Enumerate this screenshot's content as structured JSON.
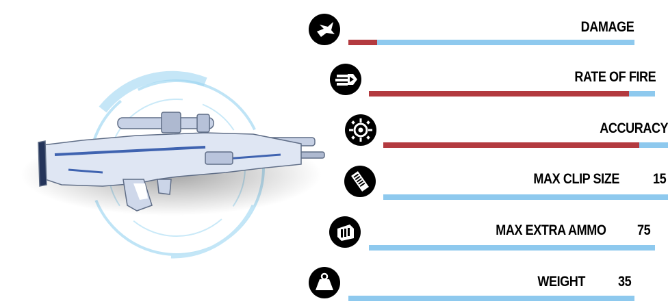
{
  "colors": {
    "bar_base": "#8ec9ee",
    "bar_fill": "#b33a3f",
    "icon_bg": "#000000",
    "ring": "#a9dcf4"
  },
  "weapon": {
    "image": "assault-rifle-icon"
  },
  "stats": [
    {
      "id": "damage",
      "icon": "bird-icon",
      "label": "DAMAGE",
      "value": "",
      "fill": 0.1
    },
    {
      "id": "rate-of-fire",
      "icon": "bullet-icon",
      "label": "RATE OF FIRE",
      "value": "",
      "fill": 0.91
    },
    {
      "id": "accuracy",
      "icon": "crosshair-icon",
      "label": "ACCURACY",
      "value": "",
      "fill": 0.9
    },
    {
      "id": "max-clip-size",
      "icon": "magazine-icon",
      "label": "MAX CLIP SIZE",
      "value": "15",
      "fill": 0
    },
    {
      "id": "max-extra-ammo",
      "icon": "ammo-crate-icon",
      "label": "MAX EXTRA AMMO",
      "value": "75",
      "fill": 0
    },
    {
      "id": "weight",
      "icon": "weight-icon",
      "label": "WEIGHT",
      "value": "35",
      "fill": 0
    }
  ]
}
